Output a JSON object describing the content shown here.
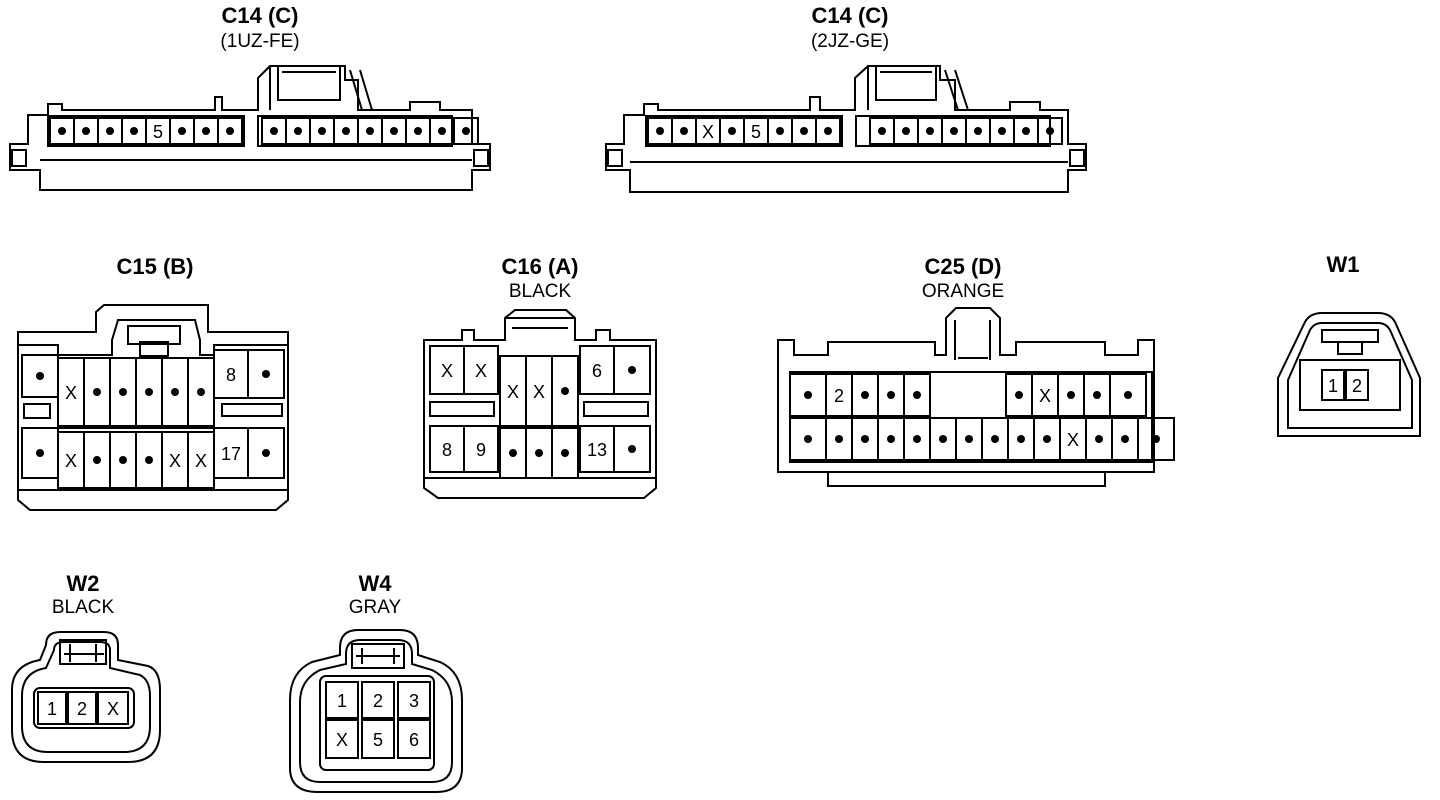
{
  "connectors": {
    "c14a": {
      "title": "C14 (C)",
      "sub": "(1UZ-FE)",
      "rows": [
        [
          "•",
          "•",
          "•",
          "•",
          "5",
          "•",
          "•",
          "•",
          "|",
          "•",
          "•",
          "•",
          "•",
          "•",
          "•",
          "•",
          "•",
          "•"
        ]
      ]
    },
    "c14b": {
      "title": "C14 (C)",
      "sub": "(2JZ-GE)",
      "rows": [
        [
          "•",
          "•",
          "X",
          "•",
          "5",
          "•",
          "•",
          "•",
          "|",
          "•",
          "•",
          "•",
          "•",
          "•",
          "•",
          "•",
          "•"
        ]
      ]
    },
    "c15": {
      "title": "C15 (B)",
      "sub": "",
      "top": [
        "•",
        "X",
        "•",
        "•",
        "•",
        "•",
        "•",
        "8",
        "•"
      ],
      "bottom": [
        "•",
        "X",
        "•",
        "•",
        "•",
        "X",
        "X",
        "17",
        "•"
      ]
    },
    "c16": {
      "title": "C16 (A)",
      "sub": "BLACK",
      "top": [
        "X",
        "X",
        "X",
        "X",
        "•",
        "6",
        "•"
      ],
      "bottom": [
        "8",
        "9",
        "•",
        "•",
        "•",
        "13",
        "•"
      ]
    },
    "c25": {
      "title": "C25 (D)",
      "sub": "ORANGE",
      "top": [
        "•",
        "2",
        "•",
        "•",
        "•",
        "•",
        "X",
        "•",
        "•",
        "•"
      ],
      "bottom": [
        "•",
        "•",
        "•",
        "•",
        "•",
        "•",
        "•",
        "•",
        "•",
        "•",
        "X",
        "•",
        "•",
        "•"
      ]
    },
    "w1": {
      "title": "W1",
      "sub": "",
      "pins": [
        "1",
        "2"
      ]
    },
    "w2": {
      "title": "W2",
      "sub": "BLACK",
      "pins": [
        "1",
        "2",
        "X"
      ]
    },
    "w4": {
      "title": "W4",
      "sub": "GRAY",
      "top": [
        "1",
        "2",
        "3"
      ],
      "bottom": [
        "X",
        "5",
        "6"
      ]
    }
  }
}
